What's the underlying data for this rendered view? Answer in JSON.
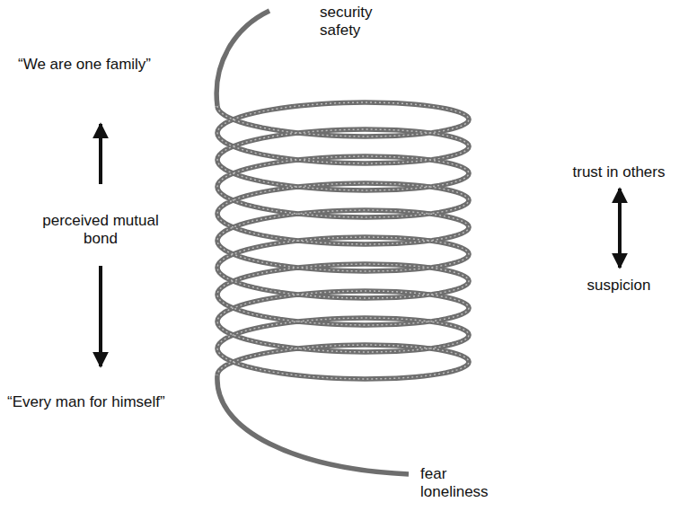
{
  "diagram": {
    "labels": [
      "“We are one family”",
      "perceived mutual bond",
      "“Every man for himself”",
      "security safety",
      "fear loneliness",
      "trust in others",
      "suspicion"
    ]
  }
}
